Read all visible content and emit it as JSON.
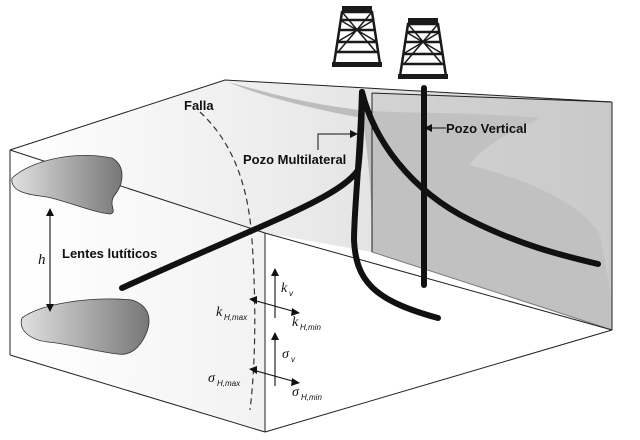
{
  "labels": {
    "fault": "Falla",
    "multilateral_well": "Pozo Multilateral",
    "vertical_well": "Pozo Vertical",
    "shale_lenses": "Lentes lutíticos",
    "thickness": "h"
  },
  "stress_axes": {
    "kv": {
      "symbol": "k",
      "sub": "v"
    },
    "kh_max": {
      "symbol": "k",
      "sub": "H,max"
    },
    "kh_min": {
      "symbol": "k",
      "sub": "H,min"
    },
    "sigma_v": {
      "symbol": "σ",
      "sub": "v"
    },
    "sigma_h_max": {
      "symbol": "σ",
      "sub": "H,max"
    },
    "sigma_h_min": {
      "symbol": "σ",
      "sub": "H,min"
    }
  },
  "colors": {
    "reservoir_fill": "#b9b9b9",
    "block_edge": "#222222",
    "well": "#111111",
    "lens_fill": "#8d8d8d"
  },
  "icons": [
    "drilling-rig-icon",
    "drilling-rig-icon"
  ]
}
